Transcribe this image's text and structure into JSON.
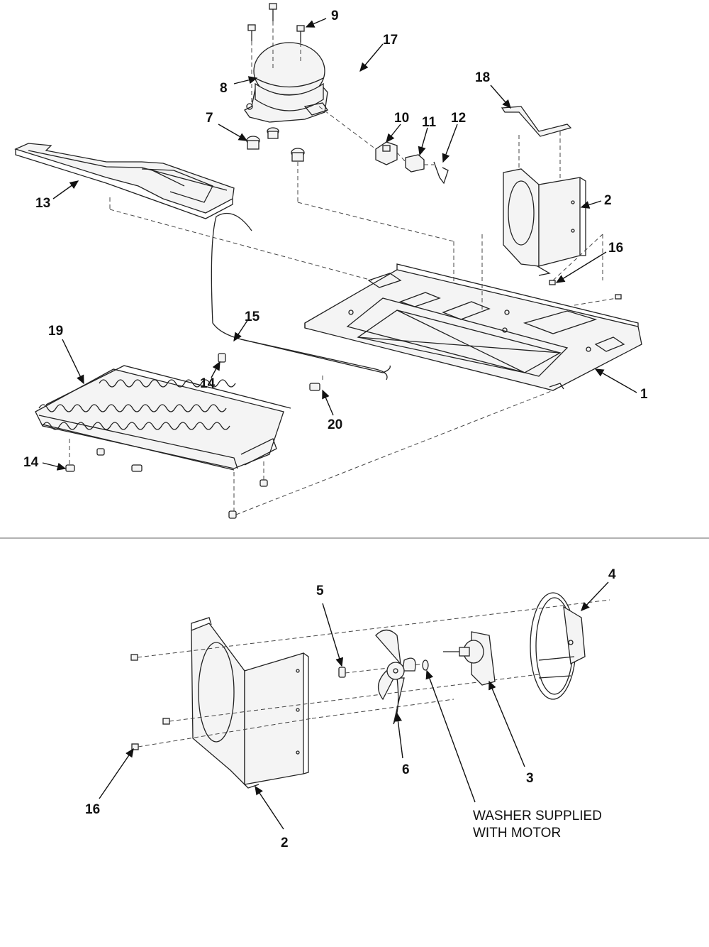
{
  "callouts": {
    "c9": "9",
    "c17": "17",
    "c8": "8",
    "c7": "7",
    "c10": "10",
    "c11": "11",
    "c12": "12",
    "c18": "18",
    "c13": "13",
    "c2_top": "2",
    "c16_top": "16",
    "c15": "15",
    "c19": "19",
    "c14_a": "14",
    "c20": "20",
    "c14_b": "14",
    "c1": "1",
    "c5": "5",
    "c4": "4",
    "c6": "6",
    "c3": "3",
    "c16_bottom": "16",
    "c2_bottom": "2"
  },
  "note": {
    "line1": "WASHER SUPPLIED",
    "line2": "WITH MOTOR"
  }
}
